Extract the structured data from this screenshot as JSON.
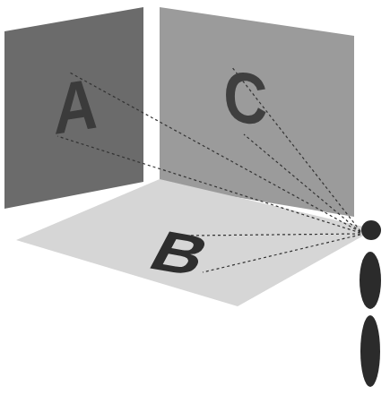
{
  "diagram": {
    "nodes": [
      {
        "text": [
          "A"
        ]
      },
      {
        "text": [
          "C"
        ]
      },
      {
        "text": [
          "B"
        ]
      }
    ]
  }
}
